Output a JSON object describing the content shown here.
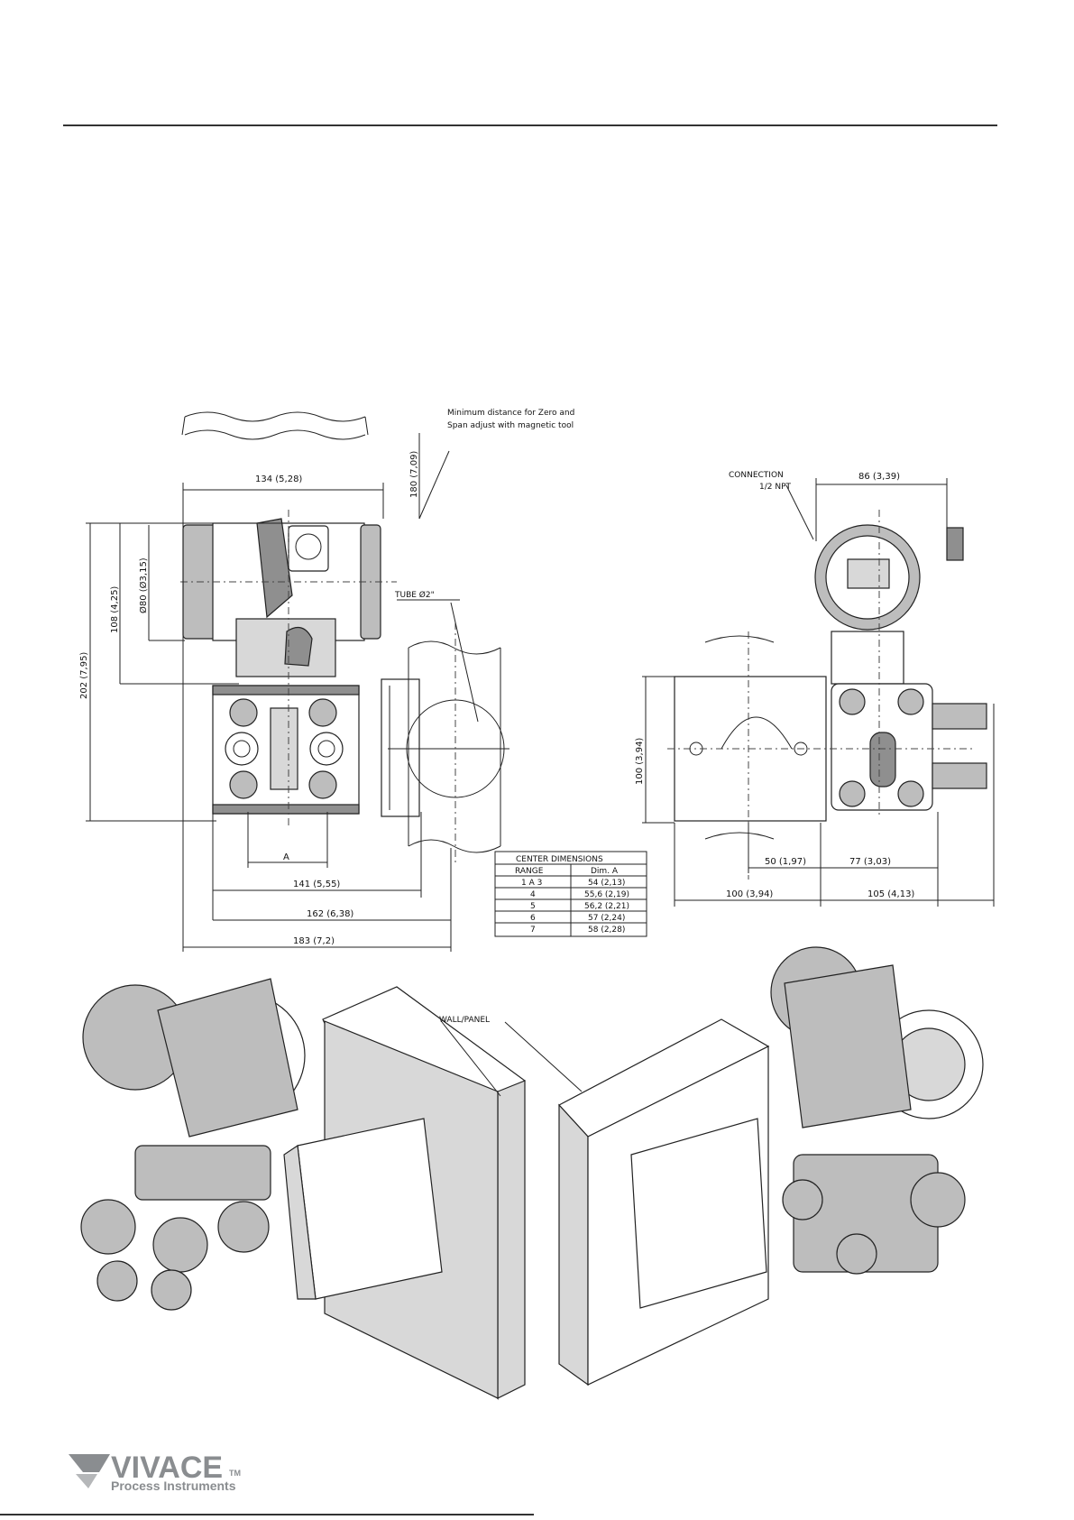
{
  "drawing": {
    "note_min_distance_line1": "Minimum distance for Zero and",
    "note_min_distance_line2": "Span adjust with magnetic tool",
    "connection_line1": "CONNECTION",
    "connection_line2": "1/2 NPT",
    "tube_label": "TUBE Ø2\"",
    "wall_label": "WALL/PANEL",
    "dim_label_a": "A",
    "dimensions": {
      "d134": "134 (5,28)",
      "d180": "180 (7,09)",
      "d202": "202 (7,95)",
      "d108": "108 (4,25)",
      "d80": "Ø80 (Ø3,15)",
      "d141": "141 (5,55)",
      "d162": "162 (6,38)",
      "d183": "183 (7,2)",
      "d86": "86 (3,39)",
      "d100v": "100 (3,94)",
      "d50": "50 (1,97)",
      "d77": "77 (3,03)",
      "d100h": "100 (3,94)",
      "d105": "105 (4,13)"
    },
    "table": {
      "title": "CENTER DIMENSIONS",
      "headers": [
        "RANGE",
        "Dim. A"
      ],
      "rows": [
        [
          "1 A 3",
          "54 (2,13)"
        ],
        [
          "4",
          "55,6 (2,19)"
        ],
        [
          "5",
          "56,2 (2,21)"
        ],
        [
          "6",
          "57 (2,24)"
        ],
        [
          "7",
          "58 (2,28)"
        ]
      ]
    }
  },
  "logo": {
    "word": "VIVACE",
    "tm": "TM",
    "subtitle": "Process Instruments"
  }
}
